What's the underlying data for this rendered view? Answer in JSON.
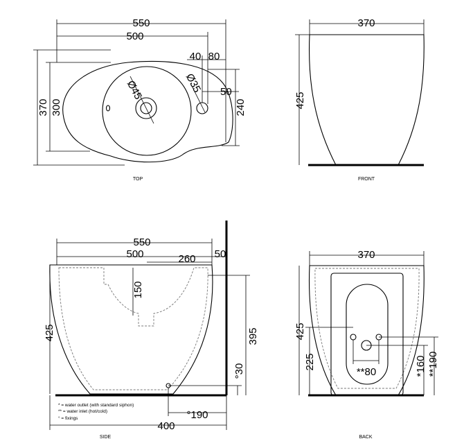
{
  "views": {
    "top": {
      "label": "TOP",
      "dims": {
        "d550": "550",
        "d500": "500",
        "d40": "40",
        "d80": "80",
        "d50": "50",
        "d370": "370",
        "d300": "300",
        "d240": "240",
        "dia45": "Ø45",
        "dia35": "Ø35"
      }
    },
    "front": {
      "label": "FRONT",
      "dims": {
        "d370": "370",
        "d425": "425"
      }
    },
    "side": {
      "label": "SIDE",
      "dims": {
        "d550": "550",
        "d500": "500",
        "d260": "260",
        "d50": "50",
        "d150": "150",
        "d395": "395",
        "d425": "425",
        "d30": "°30",
        "d190": "°190",
        "d400": "400"
      },
      "notes": [
        "* = water outlet (with standard siphon)",
        "** = water inlet (hot/cold)",
        "° = fixings"
      ]
    },
    "back": {
      "label": "BACK",
      "dims": {
        "d370": "370",
        "d425": "425",
        "d225": "225",
        "d80": "**80",
        "d160": "*160",
        "d190": "**190"
      }
    }
  }
}
